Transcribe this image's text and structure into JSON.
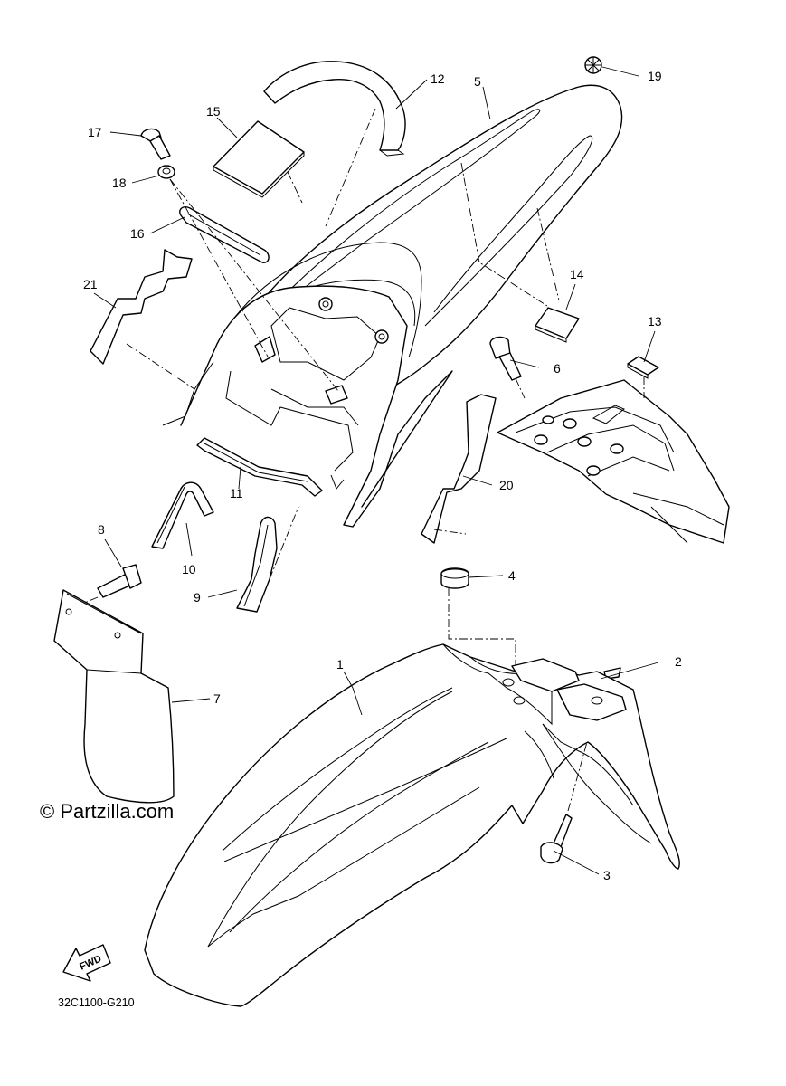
{
  "callouts": {
    "c1": "1",
    "c2": "2",
    "c3": "3",
    "c4": "4",
    "c5": "5",
    "c6": "6",
    "c7": "7",
    "c8": "8",
    "c9": "9",
    "c10": "10",
    "c11": "11",
    "c12": "12",
    "c13": "13",
    "c14": "14",
    "c15": "15",
    "c16": "16",
    "c17": "17",
    "c18": "18",
    "c19": "19",
    "c20": "20",
    "c21": "21"
  },
  "watermark": "© Partzilla.com",
  "direction_arrow": "FWD",
  "diagram_code": "32C1100-G210"
}
